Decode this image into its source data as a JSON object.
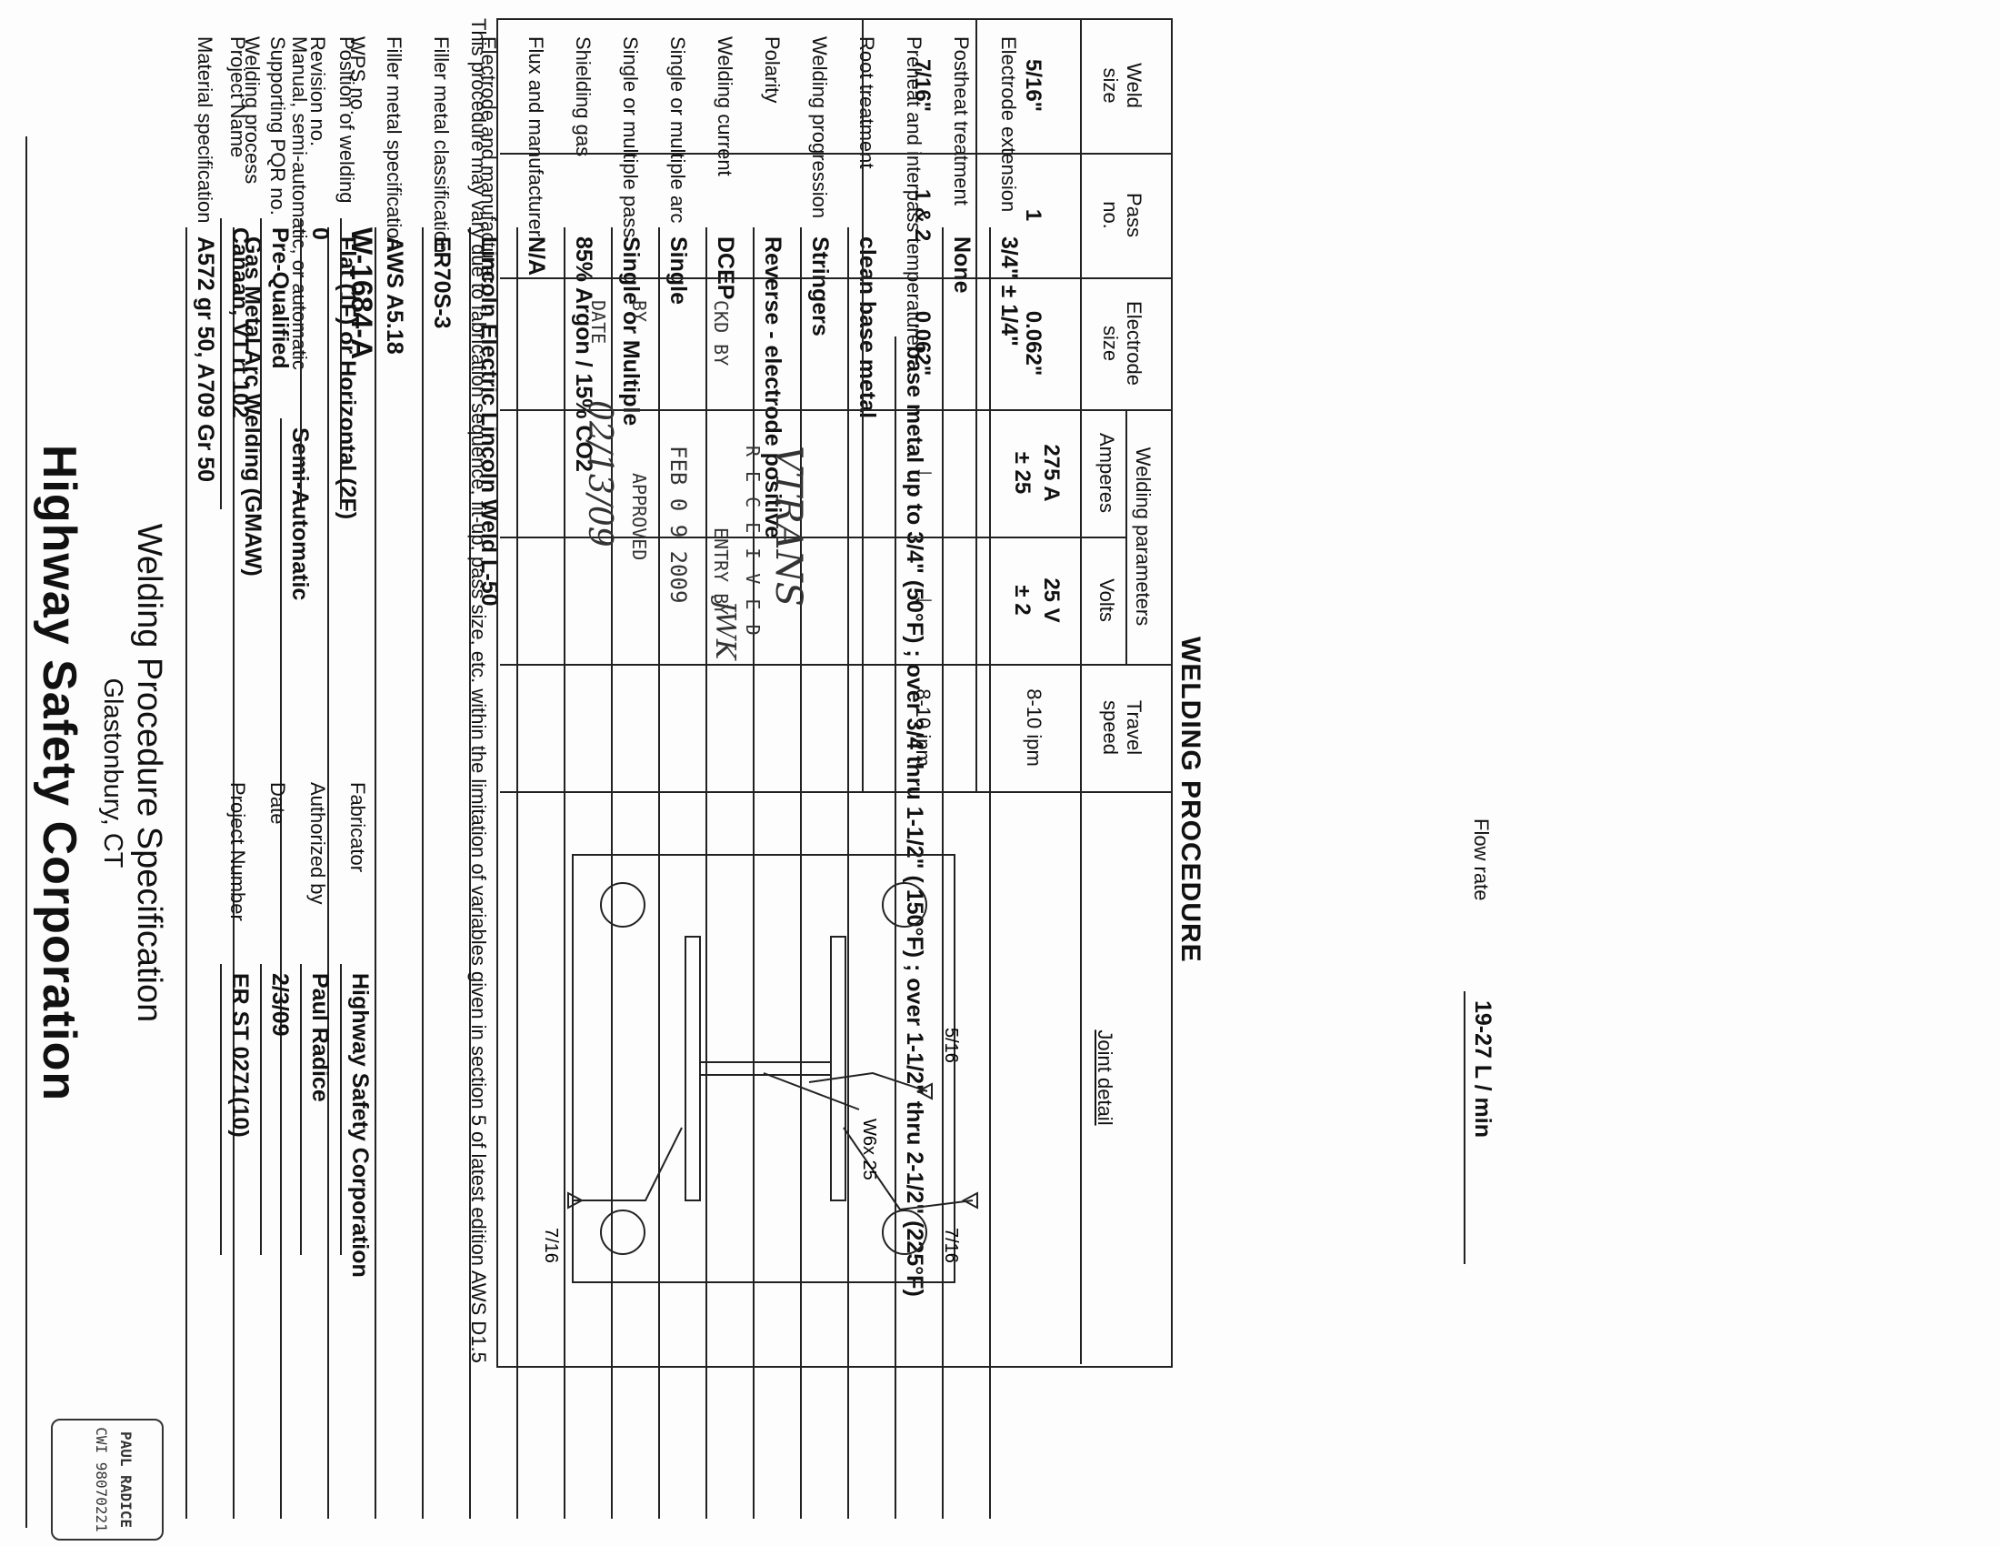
{
  "header": {
    "company": "Highway Safety Corporation",
    "location": "Glastonbury, CT",
    "doc_title": "Welding Procedure Specification"
  },
  "fields": [
    {
      "label": "Material specification",
      "value": "A572 gr 50,  A709 Gr 50"
    },
    {
      "label": "Welding process",
      "value": "Gas Metal Arc Welding (GMAW)"
    },
    {
      "label": "Manual, semi-automatic, or automatic",
      "value": "Semi-Automatic"
    },
    {
      "label": "Position of welding",
      "value": "Flat (1F) or Horizontal (2F)"
    },
    {
      "label": "Filler metal specification",
      "value": "AWS A5.18"
    },
    {
      "label": "Filler metal classification",
      "value": "ER70S-3"
    },
    {
      "label": "Electrode and manufacturer",
      "value": "Lincoln Electric Lincoln Weld L-50"
    },
    {
      "label": "Flux and manufacturer",
      "value": "N/A"
    },
    {
      "label": "Shielding gas",
      "value": "85% Argon / 15% CO2"
    },
    {
      "label": "Single or multiple pass",
      "value": "Single or Multiple"
    },
    {
      "label": "Single or multiple arc",
      "value": "Single"
    },
    {
      "label": "Welding current",
      "value": "DCEP"
    },
    {
      "label": "Polarity",
      "value": "Reverse - electrode positive"
    },
    {
      "label": "Welding progression",
      "value": "Stringers"
    },
    {
      "label": "Root treatment",
      "value": "clean base metal"
    },
    {
      "label": "Preheat and interpass temperature",
      "value": "base metal up to 3/4\" (50°F) ; over 3/4 thru 1-1/2\" ( 150°F) ; over 1-1/2\" thru 2-1/2\" (225°F)"
    },
    {
      "label": "Postheat treatment",
      "value": "None"
    },
    {
      "label": "Electrode extension",
      "value": "3/4\" ± 1/4\""
    }
  ],
  "flow_rate": {
    "label": "Flow rate",
    "value": "19-27 L / min"
  },
  "procedure": {
    "title": "WELDING PROCEDURE",
    "col_weld": [
      "Weld",
      "size"
    ],
    "col_pass": [
      "Pass",
      "no."
    ],
    "col_electrode": [
      "Electrode",
      "size"
    ],
    "col_params": "Welding parameters",
    "col_amps": "Amperes",
    "col_volts": "Volts",
    "col_speed": [
      "Travel",
      "speed"
    ],
    "joint_detail": "Joint detail",
    "rows": [
      {
        "weld": "5/16\"",
        "pass": "1",
        "electrode": "0.062\"",
        "amps": "275 A",
        "amps_tol": "± 25",
        "volts": "25 V",
        "volts_tol": "± 2",
        "speed": "8-10 ipm"
      },
      {
        "weld": "7/16\"",
        "pass": "1 & 2",
        "electrode": "0.062\"",
        "amps": "↓",
        "amps_tol": "",
        "volts": "↓",
        "volts_tol": "",
        "speed": "8-10 ipm"
      }
    ],
    "joint": {
      "member": "W6x 25",
      "weld_a": "7/16",
      "weld_b": "5/16",
      "weld_c": "7/16"
    }
  },
  "stamp": {
    "line1": "VTRANS",
    "line2": "R E C E I V E D",
    "line3": "FEB 0 9 2009",
    "checked": "CKD BY",
    "entry": "ENTRY BY",
    "approved": "APPROVED",
    "by": "BY",
    "date": "DATE",
    "initials": "JWK",
    "hand_date": "02/13/09"
  },
  "note": "This procedure may vary due to fabrication sequence, fit-up, pass size, etc. within the limitation of variables given in section 5 of latest edition AWS D1.5",
  "footer_left": [
    {
      "label": "WPS no.",
      "value": "W-1684-A"
    },
    {
      "label": "Revision no.",
      "value": "0"
    },
    {
      "label": "Supporting PQR no.",
      "value": "Pre-Qualified"
    },
    {
      "label": "Project Name",
      "value": "Canaan, VT rt 102"
    }
  ],
  "footer_right": [
    {
      "label": "Fabricator",
      "value": "Highway Safety Corporation"
    },
    {
      "label": "Authorized by",
      "value": "Paul Radice"
    },
    {
      "label": "Date",
      "value": "2/3/09"
    },
    {
      "label": "Project Number",
      "value": "ER ST 0271(10)"
    }
  ],
  "seal": {
    "line1": "PAUL RADICE",
    "line2": "CWI 98070221"
  }
}
